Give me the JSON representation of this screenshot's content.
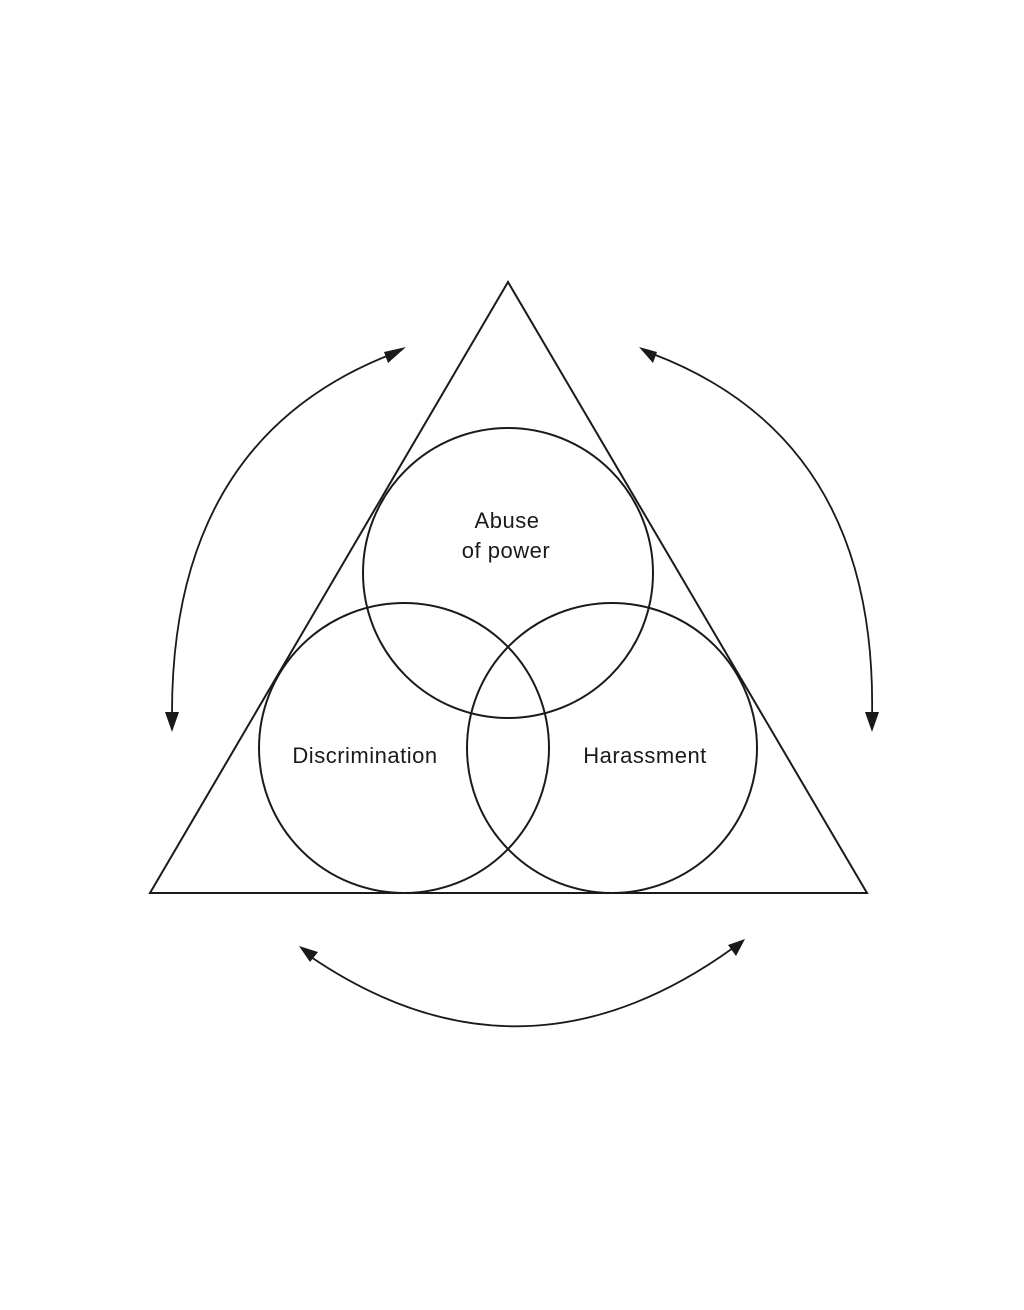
{
  "diagram": {
    "labels": {
      "abuse_line1": "Abuse",
      "abuse_line2": "of power",
      "discrimination": "Discrimination",
      "harassment": "Harassment"
    },
    "colors": {
      "stroke": "#1a1a1a",
      "background": "#ffffff"
    }
  }
}
